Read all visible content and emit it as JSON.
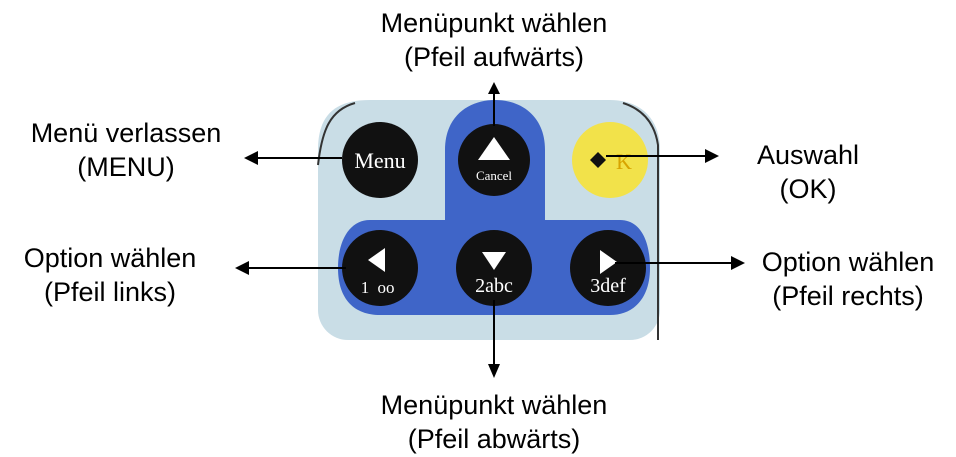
{
  "keypad": {
    "colors": {
      "panel": "#c9dde6",
      "cross": "#3f65c8",
      "key": "#111111",
      "ok_key": "#f2e24a",
      "ok_text": "#d8a400"
    },
    "keys": {
      "menu": {
        "label": "Menu"
      },
      "up": {
        "label": "Cancel",
        "icon": "arrow-up-icon"
      },
      "ok": {
        "label": "K",
        "icon": "diamond-icon"
      },
      "left": {
        "label": "1",
        "sublabel": "oo",
        "icon": "arrow-left-icon"
      },
      "down": {
        "label": "2abc",
        "icon": "arrow-down-icon"
      },
      "right": {
        "label": "3def",
        "icon": "arrow-right-icon"
      }
    }
  },
  "annotations": {
    "top": {
      "line1": "Menüpunkt wählen",
      "line2": "(Pfeil aufwärts)"
    },
    "menu": {
      "line1": "Menü verlassen",
      "line2": "(MENU)"
    },
    "ok": {
      "line1": "Auswahl",
      "line2": "(OK)"
    },
    "left": {
      "line1": "Option wählen",
      "line2": "(Pfeil links)"
    },
    "right": {
      "line1": "Option wählen",
      "line2": "(Pfeil rechts)"
    },
    "bottom": {
      "line1": "Menüpunkt wählen",
      "line2": "(Pfeil abwärts)"
    }
  }
}
